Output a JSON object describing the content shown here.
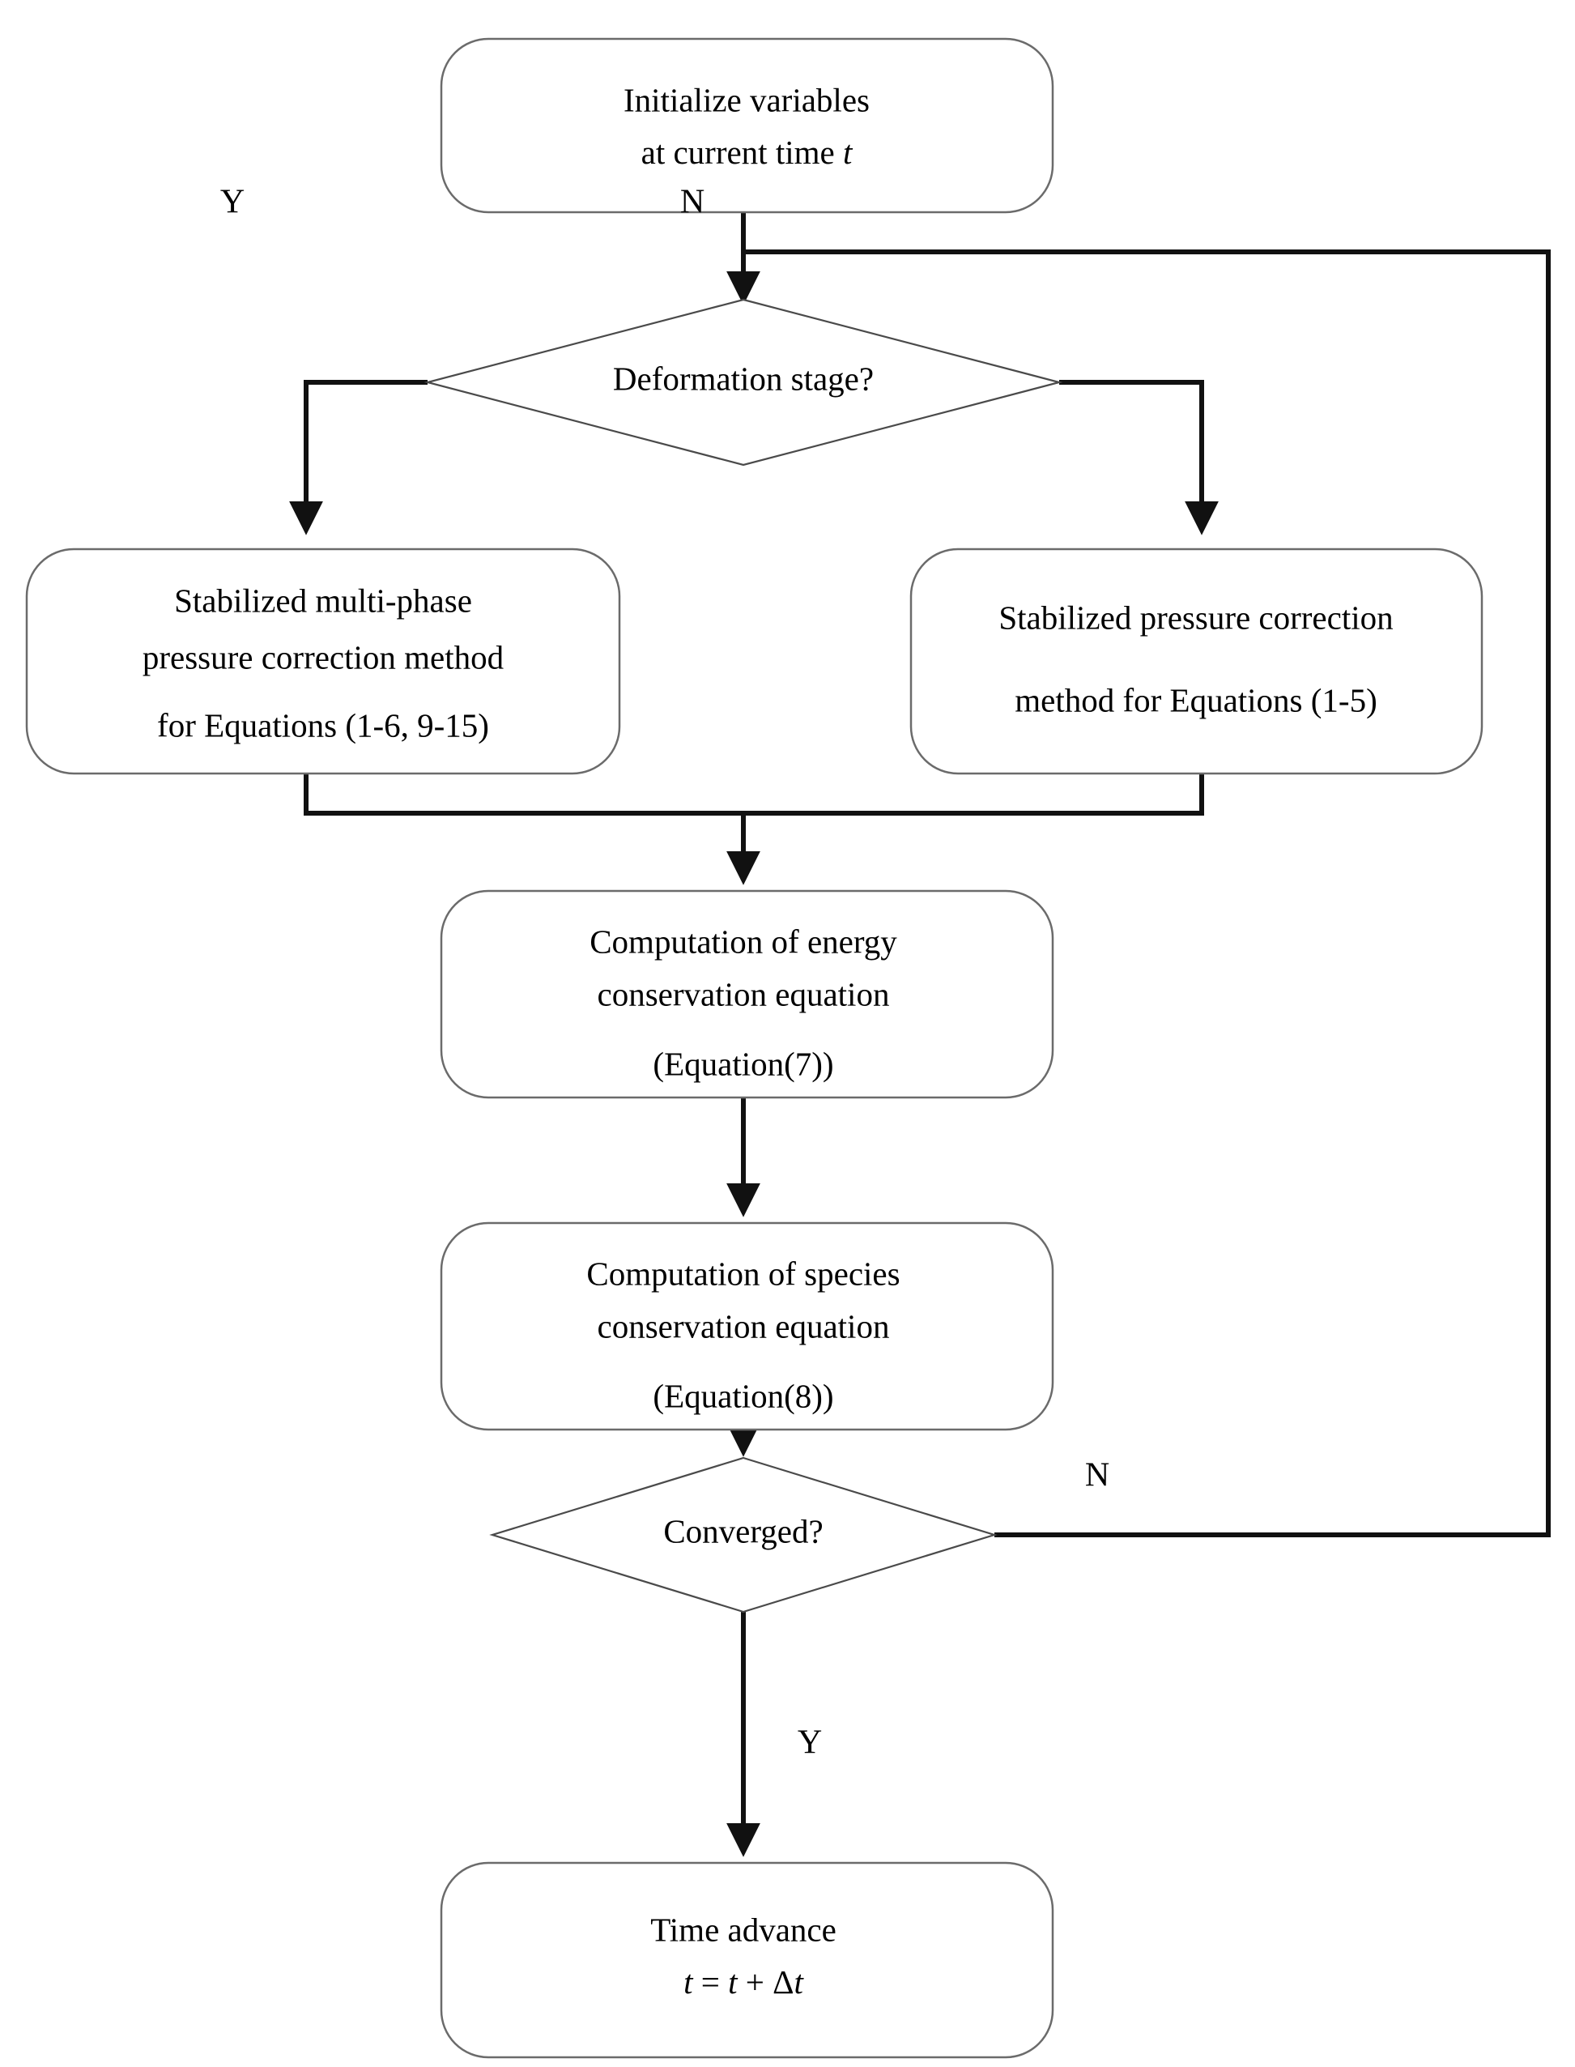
{
  "diagram": {
    "type": "flowchart",
    "title": "Numerical solution procedure flowchart",
    "orientation": "top-to-bottom",
    "background_color": "#ffffff",
    "line_color": "#111111",
    "node_border_color": "#6b6b6b"
  },
  "nodes": {
    "initialize": {
      "shape": "rounded-rectangle",
      "line1": "Initialize variables",
      "line2_prefix": "at current time ",
      "line2_var": "t"
    },
    "deformation_decision": {
      "shape": "diamond",
      "label": "Deformation stage?"
    },
    "multiphase_method": {
      "shape": "rounded-rectangle",
      "line1": "Stabilized multi-phase",
      "line2": "pressure correction method",
      "line3": "for Equations (1-6, 9-15)"
    },
    "pressure_method": {
      "shape": "rounded-rectangle",
      "line1": "Stabilized  pressure correction",
      "line2": "method for Equations (1-5)"
    },
    "energy_equation": {
      "shape": "rounded-rectangle",
      "line1": "Computation of energy",
      "line2": "conservation equation",
      "line3": "(Equation(7))"
    },
    "species_equation": {
      "shape": "rounded-rectangle",
      "line1": "Computation of species",
      "line2": "conservation equation",
      "line3": "(Equation(8))"
    },
    "converged_decision": {
      "shape": "diamond",
      "label": "Converged?"
    },
    "time_advance": {
      "shape": "rounded-rectangle",
      "line1": "Time advance",
      "eq_t1": "t",
      "eq_equals": " = ",
      "eq_t2": "t",
      "eq_plus": " + ",
      "eq_delta": "Δ",
      "eq_t3": "t"
    }
  },
  "edge_labels": {
    "deformation_yes": "Y",
    "deformation_no": "N",
    "converged_no": "N",
    "converged_yes": "Y"
  }
}
